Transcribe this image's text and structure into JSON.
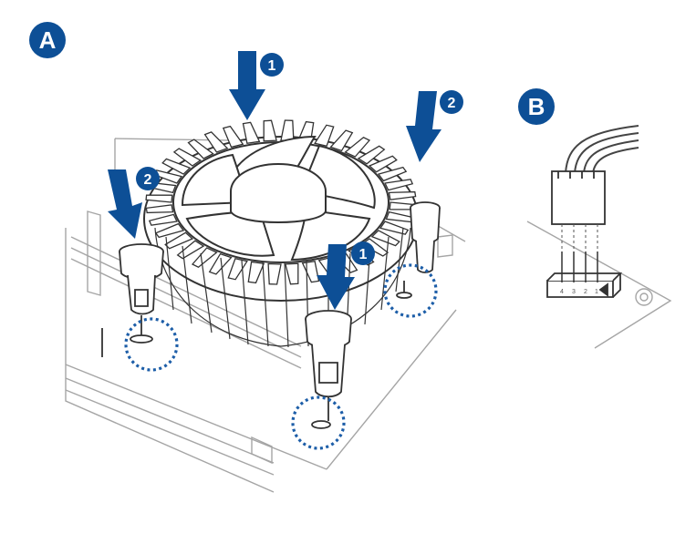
{
  "labels": {
    "panel_a": "A",
    "panel_b": "B"
  },
  "steps": {
    "one": "1",
    "two": "2"
  },
  "connector_pins": [
    "4",
    "3",
    "2",
    "1"
  ],
  "colors": {
    "accent_blue": "#0d4f96",
    "dotted_circle": "#1d5ea8",
    "line_gray": "#9a9a9a",
    "dark_line": "#4a4a4a"
  }
}
